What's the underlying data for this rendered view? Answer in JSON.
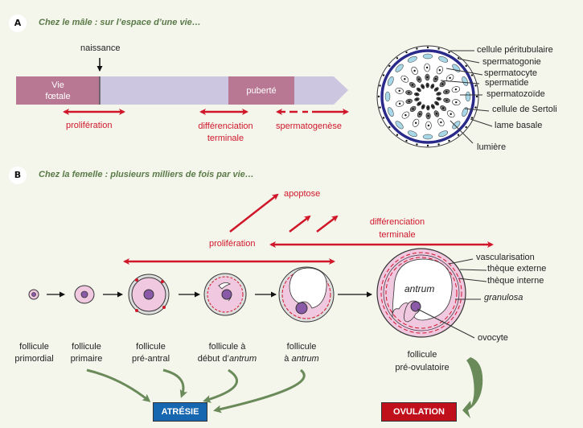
{
  "colors": {
    "background": "#f4f6ec",
    "timeline_light": "#cdc6e0",
    "timeline_dark": "#b87792",
    "red_arrow": "#d0172a",
    "green_title": "#5a7a48",
    "green_arrow": "#6a8a5a",
    "tubule_ring": "#2a2a8a",
    "atresie_box": "#1666b0",
    "ovulation_box": "#c0101c",
    "follicle_pink": "#f0c8e0",
    "oocyte_purple": "#8a5aa8"
  },
  "panel_a": {
    "badge": "A",
    "title": "Chez le mâle : sur l’espace d’une vie…",
    "birth_label": "naissance",
    "timeline": {
      "segment_fetal": "Vie fœtale",
      "segment_fetal_line1": "Vie",
      "segment_fetal_line2": "fœtale",
      "segment_puberty": "puberté"
    },
    "phases": [
      {
        "label": "prolifération",
        "line1": "prolifération",
        "line2": ""
      },
      {
        "label": "différenciation terminale",
        "line1": "différenciation",
        "line2": "terminale"
      },
      {
        "label": "spermatogenèse",
        "line1": "spermatogenèse",
        "line2": ""
      }
    ],
    "tubule_labels": [
      "cellule péritubulaire",
      "spermatogonie",
      "spermatocyte",
      "spermatide",
      "spermatozoïde",
      "cellule de Sertoli",
      "lame basale",
      "lumière"
    ]
  },
  "panel_b": {
    "badge": "B",
    "title": "Chez la femelle : plusieurs milliers de fois par vie…",
    "apoptose": "apoptose",
    "proliferation": "prolifération",
    "differenciation_line1": "différenciation",
    "differenciation_line2": "terminale",
    "follicles": [
      {
        "line1": "follicule",
        "line2": "primordial",
        "line2_italic": ""
      },
      {
        "line1": "follicule",
        "line2": "primaire",
        "line2_italic": ""
      },
      {
        "line1": "follicule",
        "line2": "pré-antral",
        "line2_italic": ""
      },
      {
        "line1": "follicule à",
        "line2": "début d’",
        "line2_italic": "antrum"
      },
      {
        "line1": "follicule",
        "line2": "à ",
        "line2_italic": "antrum"
      },
      {
        "line1": "follicule",
        "line2": "pré-ovulatoire",
        "line2_italic": ""
      }
    ],
    "preovulatory_labels": {
      "antrum": "antrum",
      "vascularisation": "vascularisation",
      "theque_externe": "thèque externe",
      "theque_interne": "thèque interne",
      "granulosa": "granulosa",
      "ovocyte": "ovocyte"
    },
    "atresie": "ATRÉSIE",
    "ovulation": "OVULATION"
  }
}
